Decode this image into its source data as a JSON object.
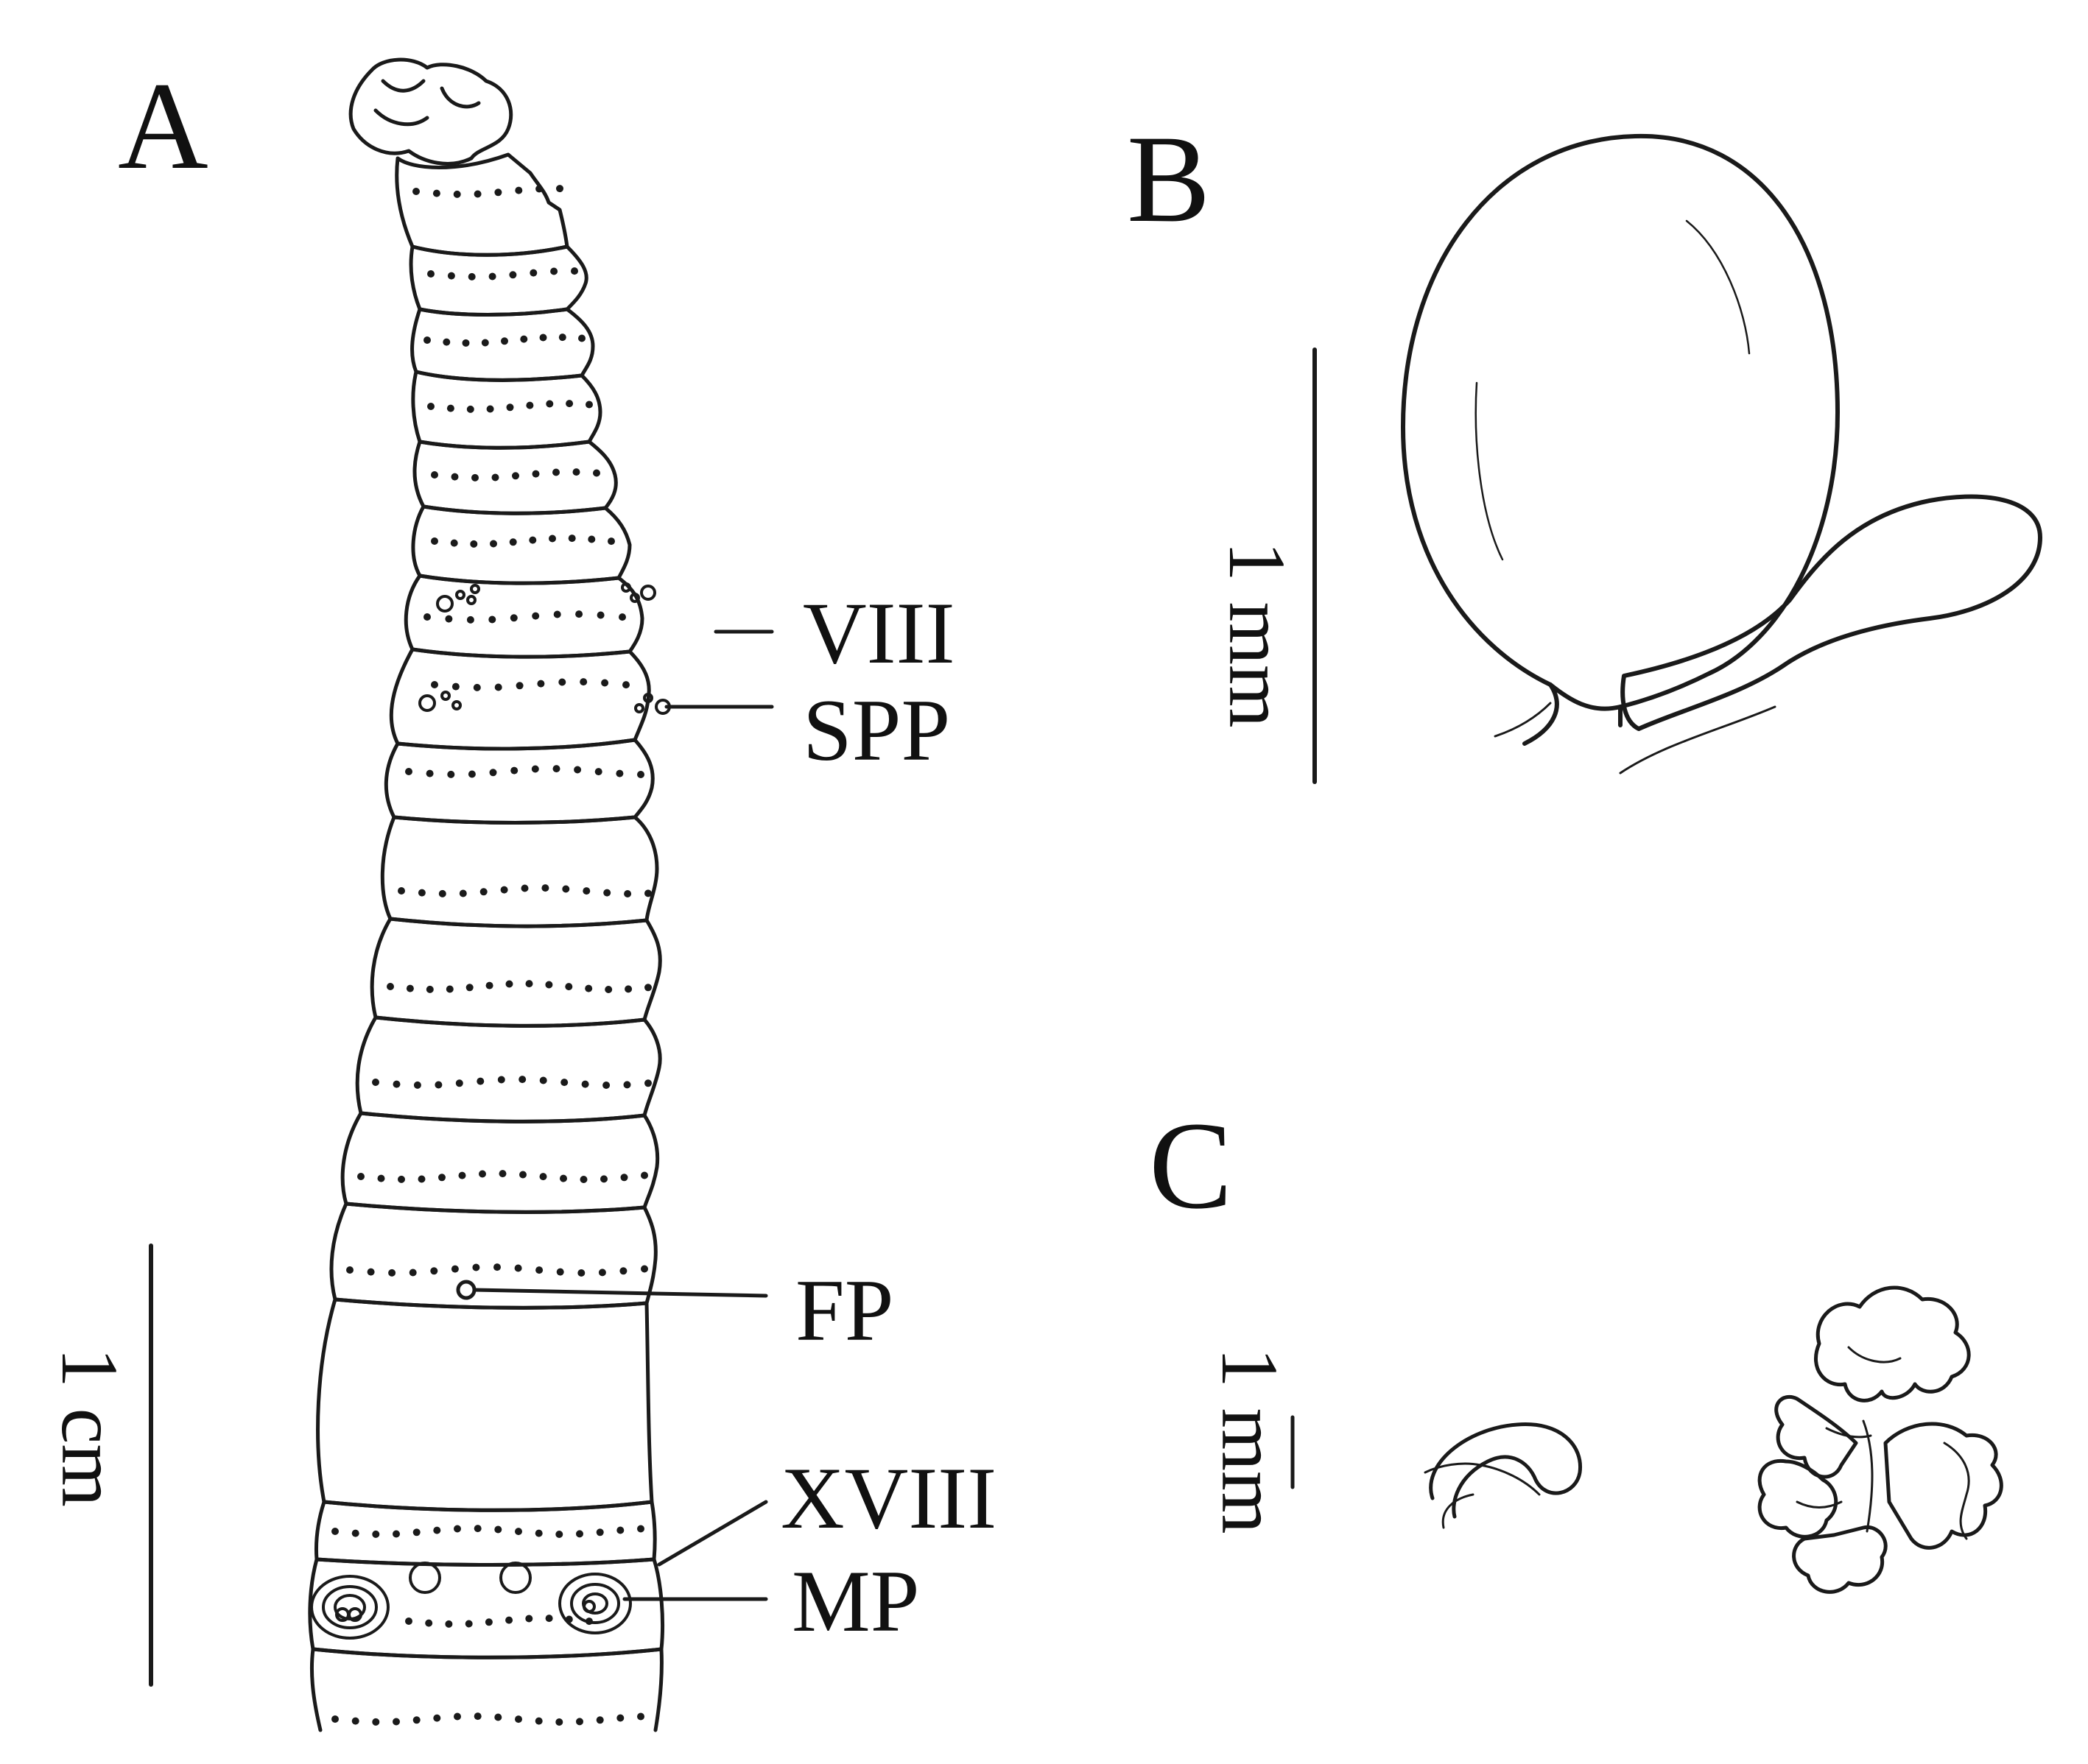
{
  "panels": {
    "a": "A",
    "b": "B",
    "c": "C"
  },
  "labels": {
    "viii": "VIII",
    "spp": "SPP",
    "fp": "FP",
    "xviii": "XVIII",
    "mp": "MP"
  },
  "scale_bars": {
    "a": "1 cm",
    "b": "1 mm",
    "c": "1 mm"
  },
  "colors": {
    "ink": "#1a1a1a",
    "background": "#ffffff"
  }
}
